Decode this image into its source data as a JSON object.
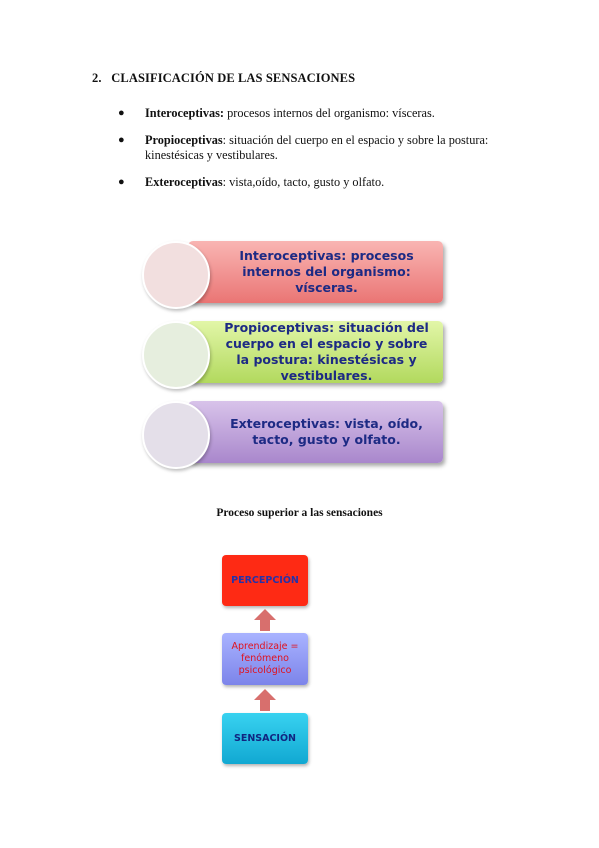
{
  "section": {
    "number": "2.",
    "title": "CLASIFICACIÓN DE LAS SENSACIONES"
  },
  "bullets": [
    {
      "term": "Interoceptivas:",
      "text": " procesos internos del organismo: vísceras."
    },
    {
      "term": "Propioceptivas",
      "text": ": situación del cuerpo en el espacio y sobre la postura: kinestésicas y vestibulares."
    },
    {
      "term": "Exteroceptivas",
      "text": ": vista,oído, tacto, gusto y olfato."
    }
  ],
  "smartart": [
    {
      "label": "Interoceptivas: procesos internos del organismo: vísceras."
    },
    {
      "label": "Propioceptivas: situación del cuerpo en el espacio y sobre la postura: kinestésicas y vestibulares."
    },
    {
      "label": "Exteroceptivas: vista, oído, tacto, gusto y olfato."
    }
  ],
  "caption": "Proceso superior a las sensaciones",
  "flow": {
    "top": "PERCEPCIÓN",
    "middle": "Aprendizaje = fenómeno psicológico",
    "bottom": "SENSACIÓN"
  },
  "colors": {
    "interoceptivas": "#ea7574",
    "propioceptivas": "#b2d95e",
    "exteroceptivas": "#a987cc",
    "percepcion": "#fe2a14",
    "aprendizaje": "#8f98f5",
    "sensacion": "#11a8d2",
    "arrow": "#d86f6d"
  }
}
